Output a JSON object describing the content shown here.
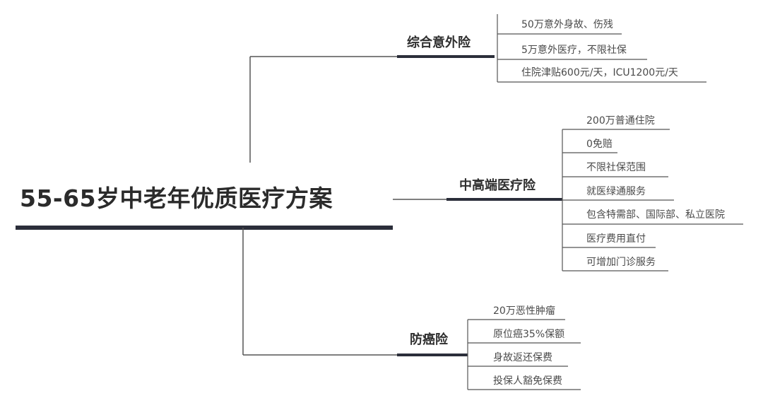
{
  "root": {
    "title": "55-65岁中老年优质医疗方案"
  },
  "branches": [
    {
      "title": "综合意外险",
      "items": [
        "50万意外身故、伤残",
        "5万意外医疗，不限社保",
        "住院津贴600元/天，ICU1200元/天"
      ]
    },
    {
      "title": "中高端医疗险",
      "items": [
        "200万普通住院",
        "0免赔",
        "不限社保范围",
        "就医绿通服务",
        "包含特需部、国际部、私立医院",
        "医疗费用直付",
        "可增加门诊服务"
      ]
    },
    {
      "title": "防癌险",
      "items": [
        "20万恶性肿瘤",
        "原位癌35%保额",
        "身故返还保费",
        "投保人豁免保费"
      ]
    }
  ],
  "colors": {
    "thick_line": "#2b2e3a",
    "thin_line": "#555555"
  }
}
